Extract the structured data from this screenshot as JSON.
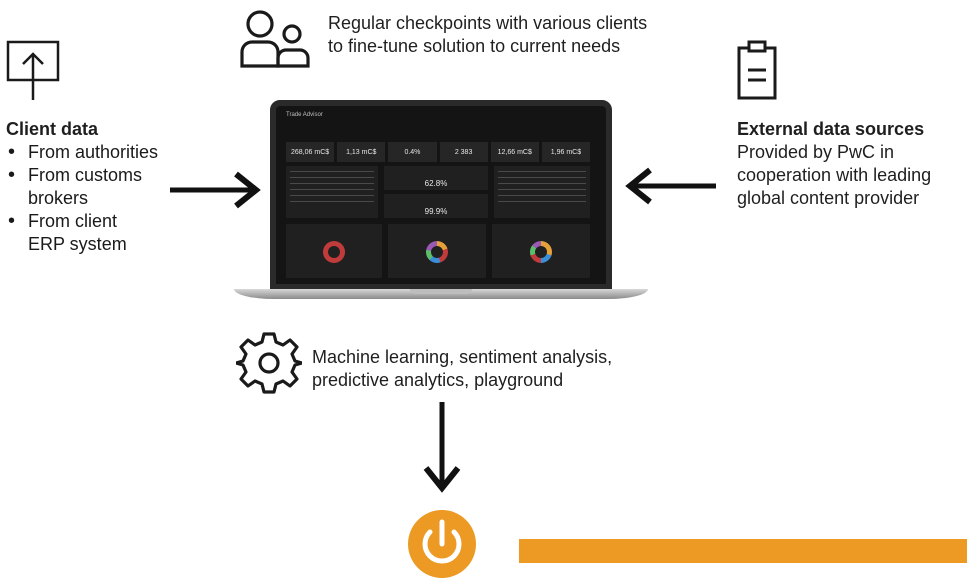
{
  "top_note": {
    "line1": "Regular checkpoints with various clients",
    "line2": "to fine-tune solution to current needs"
  },
  "client_data": {
    "title": "Client data",
    "items": [
      "From authorities",
      "From customs brokers",
      "From client ERP system"
    ]
  },
  "external_data": {
    "title": "External data sources",
    "lines": [
      "Provided by PwC in",
      "cooperation with leading",
      "global content provider"
    ]
  },
  "analytics_note": {
    "line1": "Machine learning, sentiment analysis,",
    "line2": "predictive analytics, playground"
  },
  "laptop_screen": {
    "app_title": "Trade Advisor",
    "kpis": [
      "268,06 mC$",
      "1,13 mC$",
      "0.4%",
      "2 383",
      "12,66 mC$",
      "1,96 mC$"
    ],
    "gauge1": "62.8%",
    "gauge2": "99.9%"
  },
  "colors": {
    "accent_orange": "#ec9a24",
    "text": "#1f1f1f",
    "screen_bg": "#141414"
  },
  "icons": [
    "upload-icon",
    "people-icon",
    "clipboard-icon",
    "gear-icon",
    "power-icon",
    "arrow-right-icon",
    "arrow-left-icon",
    "arrow-down-icon"
  ]
}
